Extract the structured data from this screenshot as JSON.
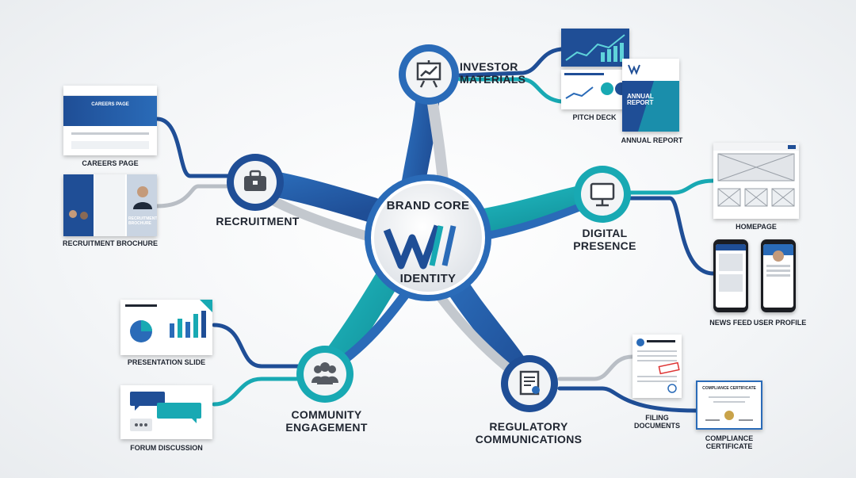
{
  "center": {
    "title_top": "BRAND CORE",
    "title_bottom": "IDENTITY",
    "logo": "W"
  },
  "branches": [
    {
      "label": "INVESTOR\nMATERIALS",
      "icon": "presentation-chart-icon"
    },
    {
      "label": "RECRUITMENT",
      "icon": "briefcase-icon"
    },
    {
      "label": "DIGITAL\nPRESENCE",
      "icon": "monitor-icon"
    },
    {
      "label": "COMMUNITY\nENGAGEMENT",
      "icon": "people-group-icon"
    },
    {
      "label": "REGULATORY\nCOMMUNICATIONS",
      "icon": "document-certificate-icon"
    }
  ],
  "assets": {
    "pitch_deck": "PITCH DECK",
    "annual_report": "ANNUAL REPORT",
    "careers_page": "CAREERS PAGE",
    "recruitment_brochure": "RECRUITMENT BROCHURE",
    "homepage": "HOMEPAGE",
    "news_feed": "NEWS FEED",
    "user_profile": "USER PROFILE",
    "presentation_slide": "PRESENTATION SLIDE",
    "forum_discussion": "FORUM DISCUSSION",
    "filing_documents": "FILING\nDOCUMENTS",
    "compliance_certificate": "COMPLIANCE\nCERTIFICATE"
  },
  "thumb_text": {
    "careers_hero": "CAREERS PAGE",
    "annual_cover": "ANNUAL\nREPORT",
    "brochure_cover": "RECRUITMENT\nBROCHURE",
    "certificate_title": "COMPLIANCE CERTIFICATE"
  },
  "colors": {
    "navy": "#1f4e96",
    "blue": "#2a6bb8",
    "teal": "#18a9b3",
    "grey": "#b9bec5",
    "text": "#1f2530"
  }
}
